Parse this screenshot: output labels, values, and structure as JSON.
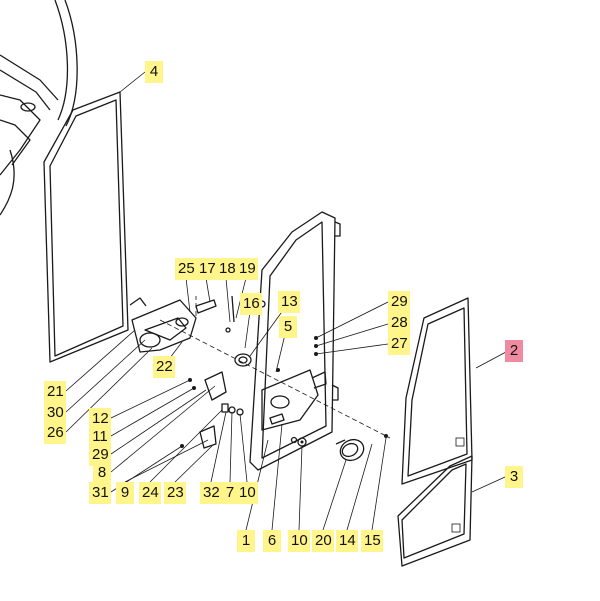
{
  "callouts": [
    {
      "label": "4"
    },
    {
      "label": "25"
    },
    {
      "label": "17"
    },
    {
      "label": "18"
    },
    {
      "label": "19"
    },
    {
      "label": "16"
    },
    {
      "label": "13"
    },
    {
      "label": "5"
    },
    {
      "label": "29"
    },
    {
      "label": "28"
    },
    {
      "label": "27"
    },
    {
      "label": "2",
      "highlight": true
    },
    {
      "label": "22"
    },
    {
      "label": "21"
    },
    {
      "label": "30"
    },
    {
      "label": "26"
    },
    {
      "label": "12"
    },
    {
      "label": "11"
    },
    {
      "label": "29"
    },
    {
      "label": "8"
    },
    {
      "label": "31"
    },
    {
      "label": "9"
    },
    {
      "label": "24"
    },
    {
      "label": "23"
    },
    {
      "label": "32"
    },
    {
      "label": "7"
    },
    {
      "label": "10"
    },
    {
      "label": "3"
    },
    {
      "label": "1"
    },
    {
      "label": "6"
    },
    {
      "label": "10"
    },
    {
      "label": "20"
    },
    {
      "label": "14"
    },
    {
      "label": "15"
    }
  ]
}
